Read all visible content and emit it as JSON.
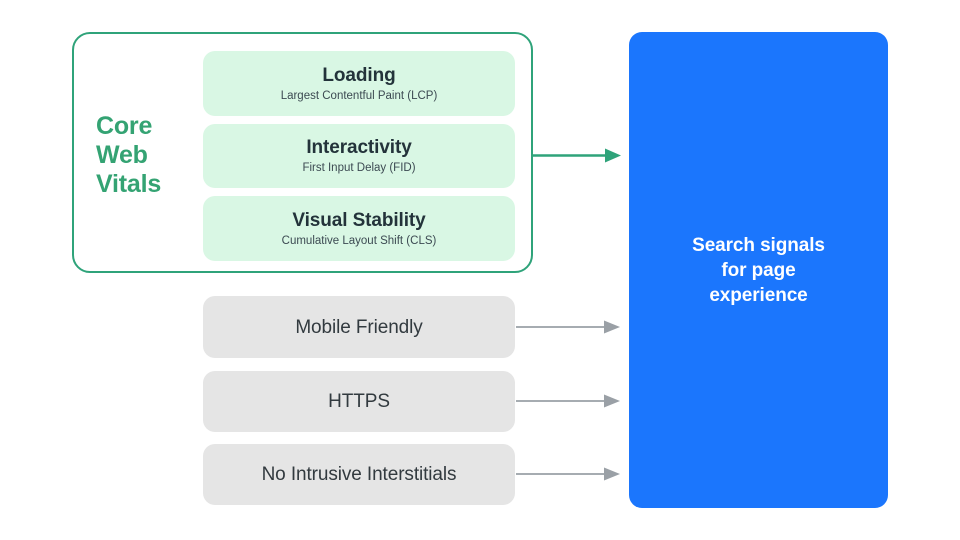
{
  "diagram": {
    "title_group": {
      "label": "Core\nWeb\nVitals",
      "accent_color": "#34a373",
      "border_color": "#2fa37a"
    },
    "metrics": [
      {
        "title": "Loading",
        "subtitle": "Largest Contentful Paint (LCP)"
      },
      {
        "title": "Interactivity",
        "subtitle": "First Input Delay (FID)"
      },
      {
        "title": "Visual Stability",
        "subtitle": "Cumulative Layout Shift (CLS)"
      }
    ],
    "other_signals": [
      {
        "label": "Mobile Friendly"
      },
      {
        "label": "HTTPS"
      },
      {
        "label": "No Intrusive Interstitials"
      }
    ],
    "destination": {
      "label": "Search signals\nfor page\nexperience",
      "fill_color": "#1b76fd",
      "text_color": "#ffffff"
    },
    "arrows": [
      {
        "name": "core-web-vitals-arrow",
        "color": "#2fa37a"
      },
      {
        "name": "mobile-friendly-arrow",
        "color": "#9aa0a6"
      },
      {
        "name": "https-arrow",
        "color": "#9aa0a6"
      },
      {
        "name": "interstitials-arrow",
        "color": "#9aa0a6"
      }
    ],
    "palette": {
      "metric_card_fill": "#d9f7e4",
      "gray_card_fill": "#e5e5e5",
      "metric_title_color": "#23333a",
      "metric_sub_color": "#3c4a52",
      "gray_label_color": "#323a3f",
      "background": "#ffffff"
    }
  }
}
